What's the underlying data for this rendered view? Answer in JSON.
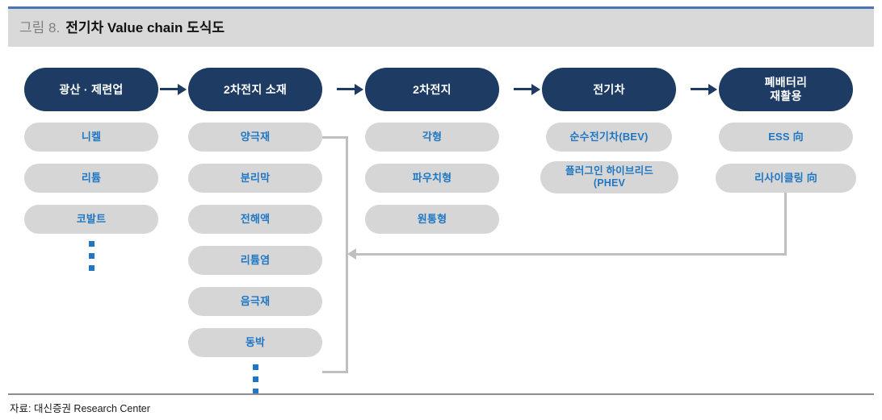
{
  "header": {
    "figure_number": "그림 8.",
    "title": "전기차 Value chain 도식도",
    "band_color": "#d9d9d9",
    "rule_color": "#4a77b4"
  },
  "colors": {
    "stage_pill": "#1d3b63",
    "stage_text": "#ffffff",
    "item_pill": "#d6d6d6",
    "item_text": "#1f77c4",
    "arrow": "#1d3b63",
    "feedback_line": "#bfbfbf"
  },
  "stages": [
    {
      "label": "광산 · 제련업"
    },
    {
      "label": "2차전지 소재"
    },
    {
      "label": "2차전지"
    },
    {
      "label": "전기차"
    },
    {
      "label_line1": "폐배터리",
      "label_line2": "재활용"
    }
  ],
  "columns": [
    {
      "stage": "광산 · 제련업",
      "items": [
        "니켈",
        "리튬",
        "코발트"
      ],
      "has_ellipsis": true
    },
    {
      "stage": "2차전지 소재",
      "items": [
        "양극재",
        "분리막",
        "전해액",
        "리튬염",
        "음극재",
        "동박"
      ],
      "has_ellipsis": true
    },
    {
      "stage": "2차전지",
      "items": [
        "각형",
        "파우치형",
        "원통형"
      ],
      "has_ellipsis": false
    },
    {
      "stage": "전기차",
      "items": [
        "순수전기차(BEV)"
      ],
      "item_multiline": {
        "line1": "플러그인 하이브리드",
        "line2": "(PHEV"
      },
      "has_ellipsis": false
    },
    {
      "stage": "폐배터리 재활용",
      "items": [
        "ESS 向",
        "리사이클링 向"
      ],
      "has_ellipsis": false
    }
  ],
  "footer": {
    "source": "자료: 대신증권 Research Center"
  }
}
